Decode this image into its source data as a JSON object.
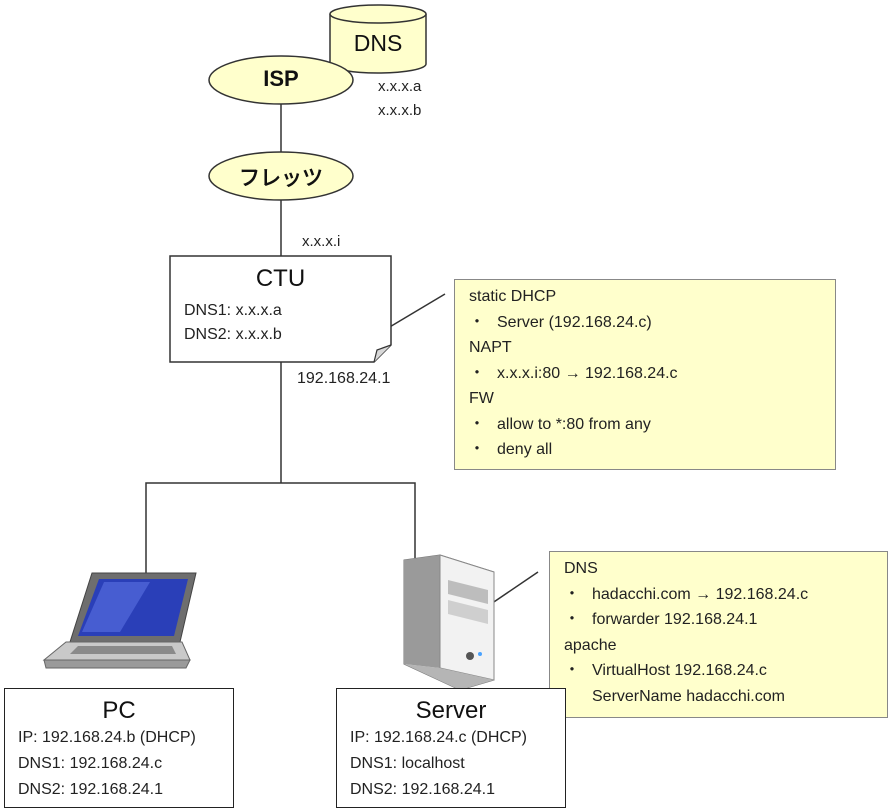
{
  "dns": {
    "label": "DNS",
    "addr1": "x.x.x.a",
    "addr2": "x.x.x.b"
  },
  "isp": {
    "label": "ISP"
  },
  "flets": {
    "label": "フレッツ"
  },
  "ctu": {
    "wan_addr": "x.x.x.i",
    "title": "CTU",
    "lines": [
      "DNS1: x.x.x.a",
      "DNS2: x.x.x.b"
    ],
    "lan_addr": "192.168.24.1"
  },
  "ctu_note": {
    "items": [
      {
        "kind": "head",
        "text": "static DHCP"
      },
      {
        "kind": "bullet",
        "text": "Server (192.168.24.c)"
      },
      {
        "kind": "head",
        "text": "NAPT"
      },
      {
        "kind": "bullet",
        "text": "x.x.x.i:80 → 192.168.24.c"
      },
      {
        "kind": "head",
        "text": "FW"
      },
      {
        "kind": "bullet",
        "text": "allow to *:80 from any"
      },
      {
        "kind": "bullet",
        "text": "deny all"
      }
    ]
  },
  "server_note": {
    "items": [
      {
        "kind": "head",
        "text": "DNS"
      },
      {
        "kind": "bullet",
        "text": "hadacchi.com → 192.168.24.c"
      },
      {
        "kind": "bullet",
        "text": "forwarder 192.168.24.1"
      },
      {
        "kind": "head",
        "text": "apache"
      },
      {
        "kind": "bullet",
        "text": "VirtualHost 192.168.24.c"
      },
      {
        "kind": "cont",
        "text": "ServerName hadacchi.com"
      }
    ]
  },
  "pc": {
    "title": "PC",
    "lines": [
      "IP: 192.168.24.b (DHCP)",
      "DNS1: 192.168.24.c",
      "DNS2: 192.168.24.1"
    ]
  },
  "server": {
    "title": "Server",
    "lines": [
      "IP: 192.168.24.c (DHCP)",
      "DNS1: localhost",
      "DNS2: 192.168.24.1"
    ]
  },
  "bullet_mark": "・",
  "colors": {
    "ellipse_fill": "#ffffcc",
    "note_fill": "#ffffcc",
    "line": "#222222"
  }
}
